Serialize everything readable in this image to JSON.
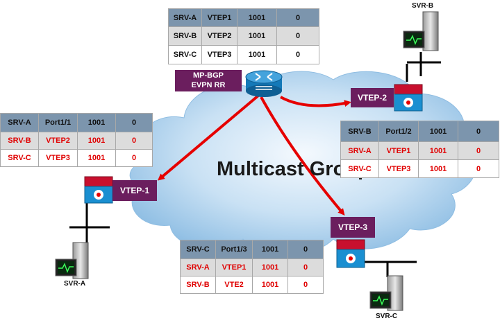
{
  "cloud_label": "Multicast Group",
  "route_reflector": {
    "label_line1": "MP-BGP",
    "label_line2": "EVPN RR"
  },
  "vteps": {
    "vtep1": "VTEP-1",
    "vtep2": "VTEP-2",
    "vtep3": "VTEP-3"
  },
  "servers": {
    "a": "SVR-A",
    "b": "SVR-B",
    "c": "SVR-C"
  },
  "tables": {
    "rr": {
      "header": [
        "SRV-A",
        "VTEP1",
        "1001",
        "0"
      ],
      "rows": [
        [
          "SRV-B",
          "VTEP2",
          "1001",
          "0"
        ],
        [
          "SRV-C",
          "VTEP3",
          "1001",
          "0"
        ]
      ]
    },
    "vtep1": {
      "header": [
        "SRV-A",
        "Port1/1",
        "1001",
        "0"
      ],
      "rows": [
        [
          "SRV-B",
          "VTEP2",
          "1001",
          "0"
        ],
        [
          "SRV-C",
          "VTEP3",
          "1001",
          "0"
        ]
      ]
    },
    "vtep2": {
      "header": [
        "SRV-B",
        "Port1/2",
        "1001",
        "0"
      ],
      "rows": [
        [
          "SRV-A",
          "VTEP1",
          "1001",
          "0"
        ],
        [
          "SRV-C",
          "VTEP3",
          "1001",
          "0"
        ]
      ]
    },
    "vtep3": {
      "header": [
        "SRV-C",
        "Port1/3",
        "1001",
        "0"
      ],
      "rows": [
        [
          "SRV-A",
          "VTEP1",
          "1001",
          "0"
        ],
        [
          "SRV-B",
          "VTE2",
          "1001",
          "0"
        ]
      ]
    }
  },
  "colors": {
    "arrow": "#e60000",
    "vtep_label": "#6b1e5e",
    "table_header": "#7c95ad",
    "cloud": "#9cc8e8"
  }
}
